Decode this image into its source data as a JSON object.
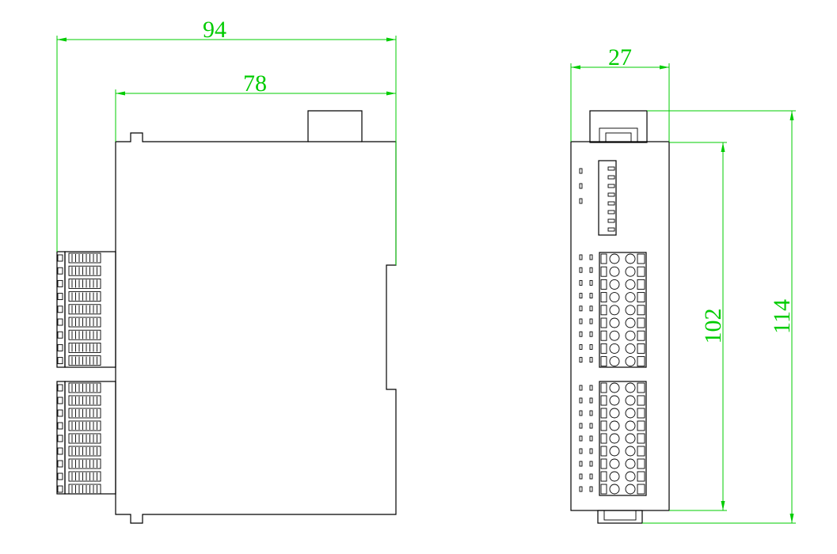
{
  "diagram": {
    "dimensions": {
      "total_depth": "94",
      "body_depth": "78",
      "width": "27",
      "body_height": "102",
      "total_height": "114"
    },
    "layout": {
      "left_connector_blocks": 2,
      "pins_per_block": 9,
      "dip_switch_count": 8,
      "front_led_count": 3,
      "terminal_rows_per_block": 9
    },
    "colors": {
      "outline": "#000000",
      "dimension": "#00cc00",
      "background": "#ffffff"
    }
  }
}
